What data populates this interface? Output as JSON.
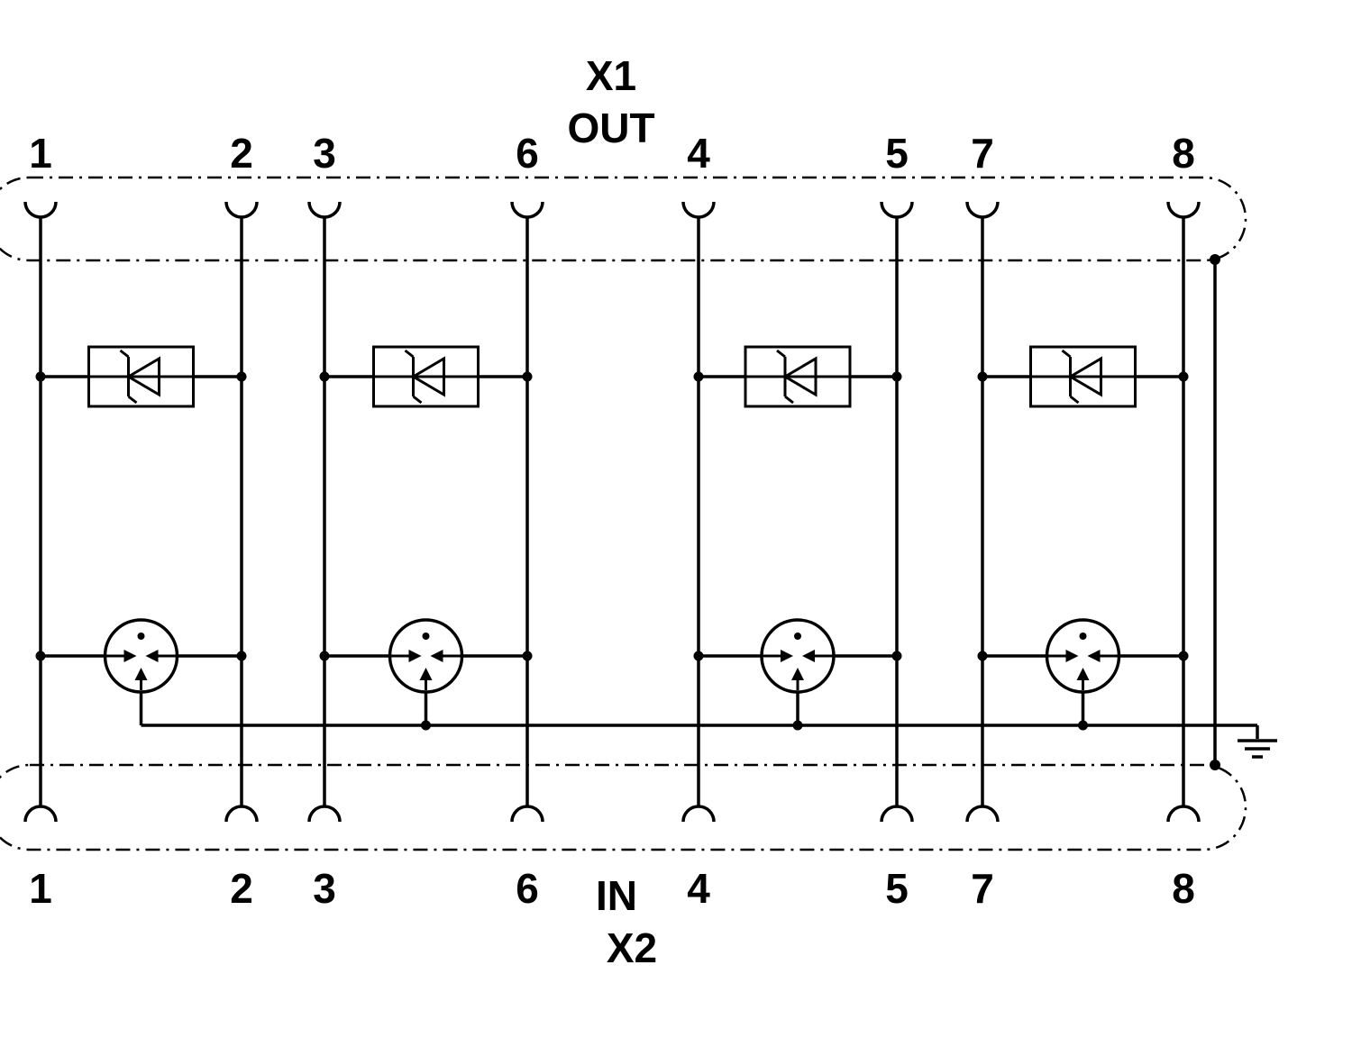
{
  "diagram": {
    "type": "circuit-schematic",
    "description": "Two-stage surge protection circuit: 4 channels, each with a suppressor diode and a gas discharge tube to a common earth bus",
    "title_top": {
      "connector": "X1",
      "direction": "OUT"
    },
    "title_bottom": {
      "connector": "X2",
      "direction": "IN"
    },
    "top_pins": [
      "1",
      "2",
      "3",
      "6",
      "4",
      "5",
      "7",
      "8"
    ],
    "bottom_pins": [
      "1",
      "2",
      "3",
      "6",
      "4",
      "5",
      "7",
      "8"
    ],
    "channels": [
      {
        "pins": [
          "1",
          "2"
        ],
        "components": [
          "suppressor-diode",
          "gas-discharge-tube"
        ]
      },
      {
        "pins": [
          "3",
          "6"
        ],
        "components": [
          "suppressor-diode",
          "gas-discharge-tube"
        ]
      },
      {
        "pins": [
          "4",
          "5"
        ],
        "components": [
          "suppressor-diode",
          "gas-discharge-tube"
        ]
      },
      {
        "pins": [
          "7",
          "8"
        ],
        "components": [
          "suppressor-diode",
          "gas-discharge-tube"
        ]
      }
    ],
    "ground": {
      "symbol": "earth-ground"
    },
    "colors": {
      "line": "#000000",
      "background": "#ffffff"
    }
  }
}
